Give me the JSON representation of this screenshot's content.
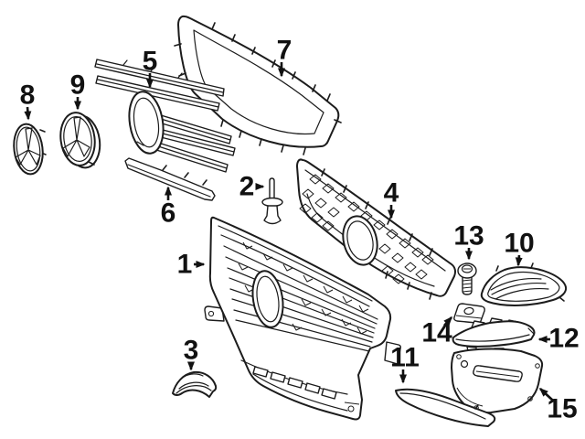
{
  "diagram": {
    "type": "exploded-parts-line-diagram",
    "background_color": "#ffffff",
    "line_color": "#1c1c1c",
    "label_color": "#111111",
    "callouts": [
      {
        "label": "1"
      },
      {
        "label": "2"
      },
      {
        "label": "3"
      },
      {
        "label": "4"
      },
      {
        "label": "5"
      },
      {
        "label": "6"
      },
      {
        "label": "7"
      },
      {
        "label": "8"
      },
      {
        "label": "9"
      },
      {
        "label": "10"
      },
      {
        "label": "11"
      },
      {
        "label": "12"
      },
      {
        "label": "13"
      },
      {
        "label": "14"
      },
      {
        "label": "15"
      }
    ]
  }
}
